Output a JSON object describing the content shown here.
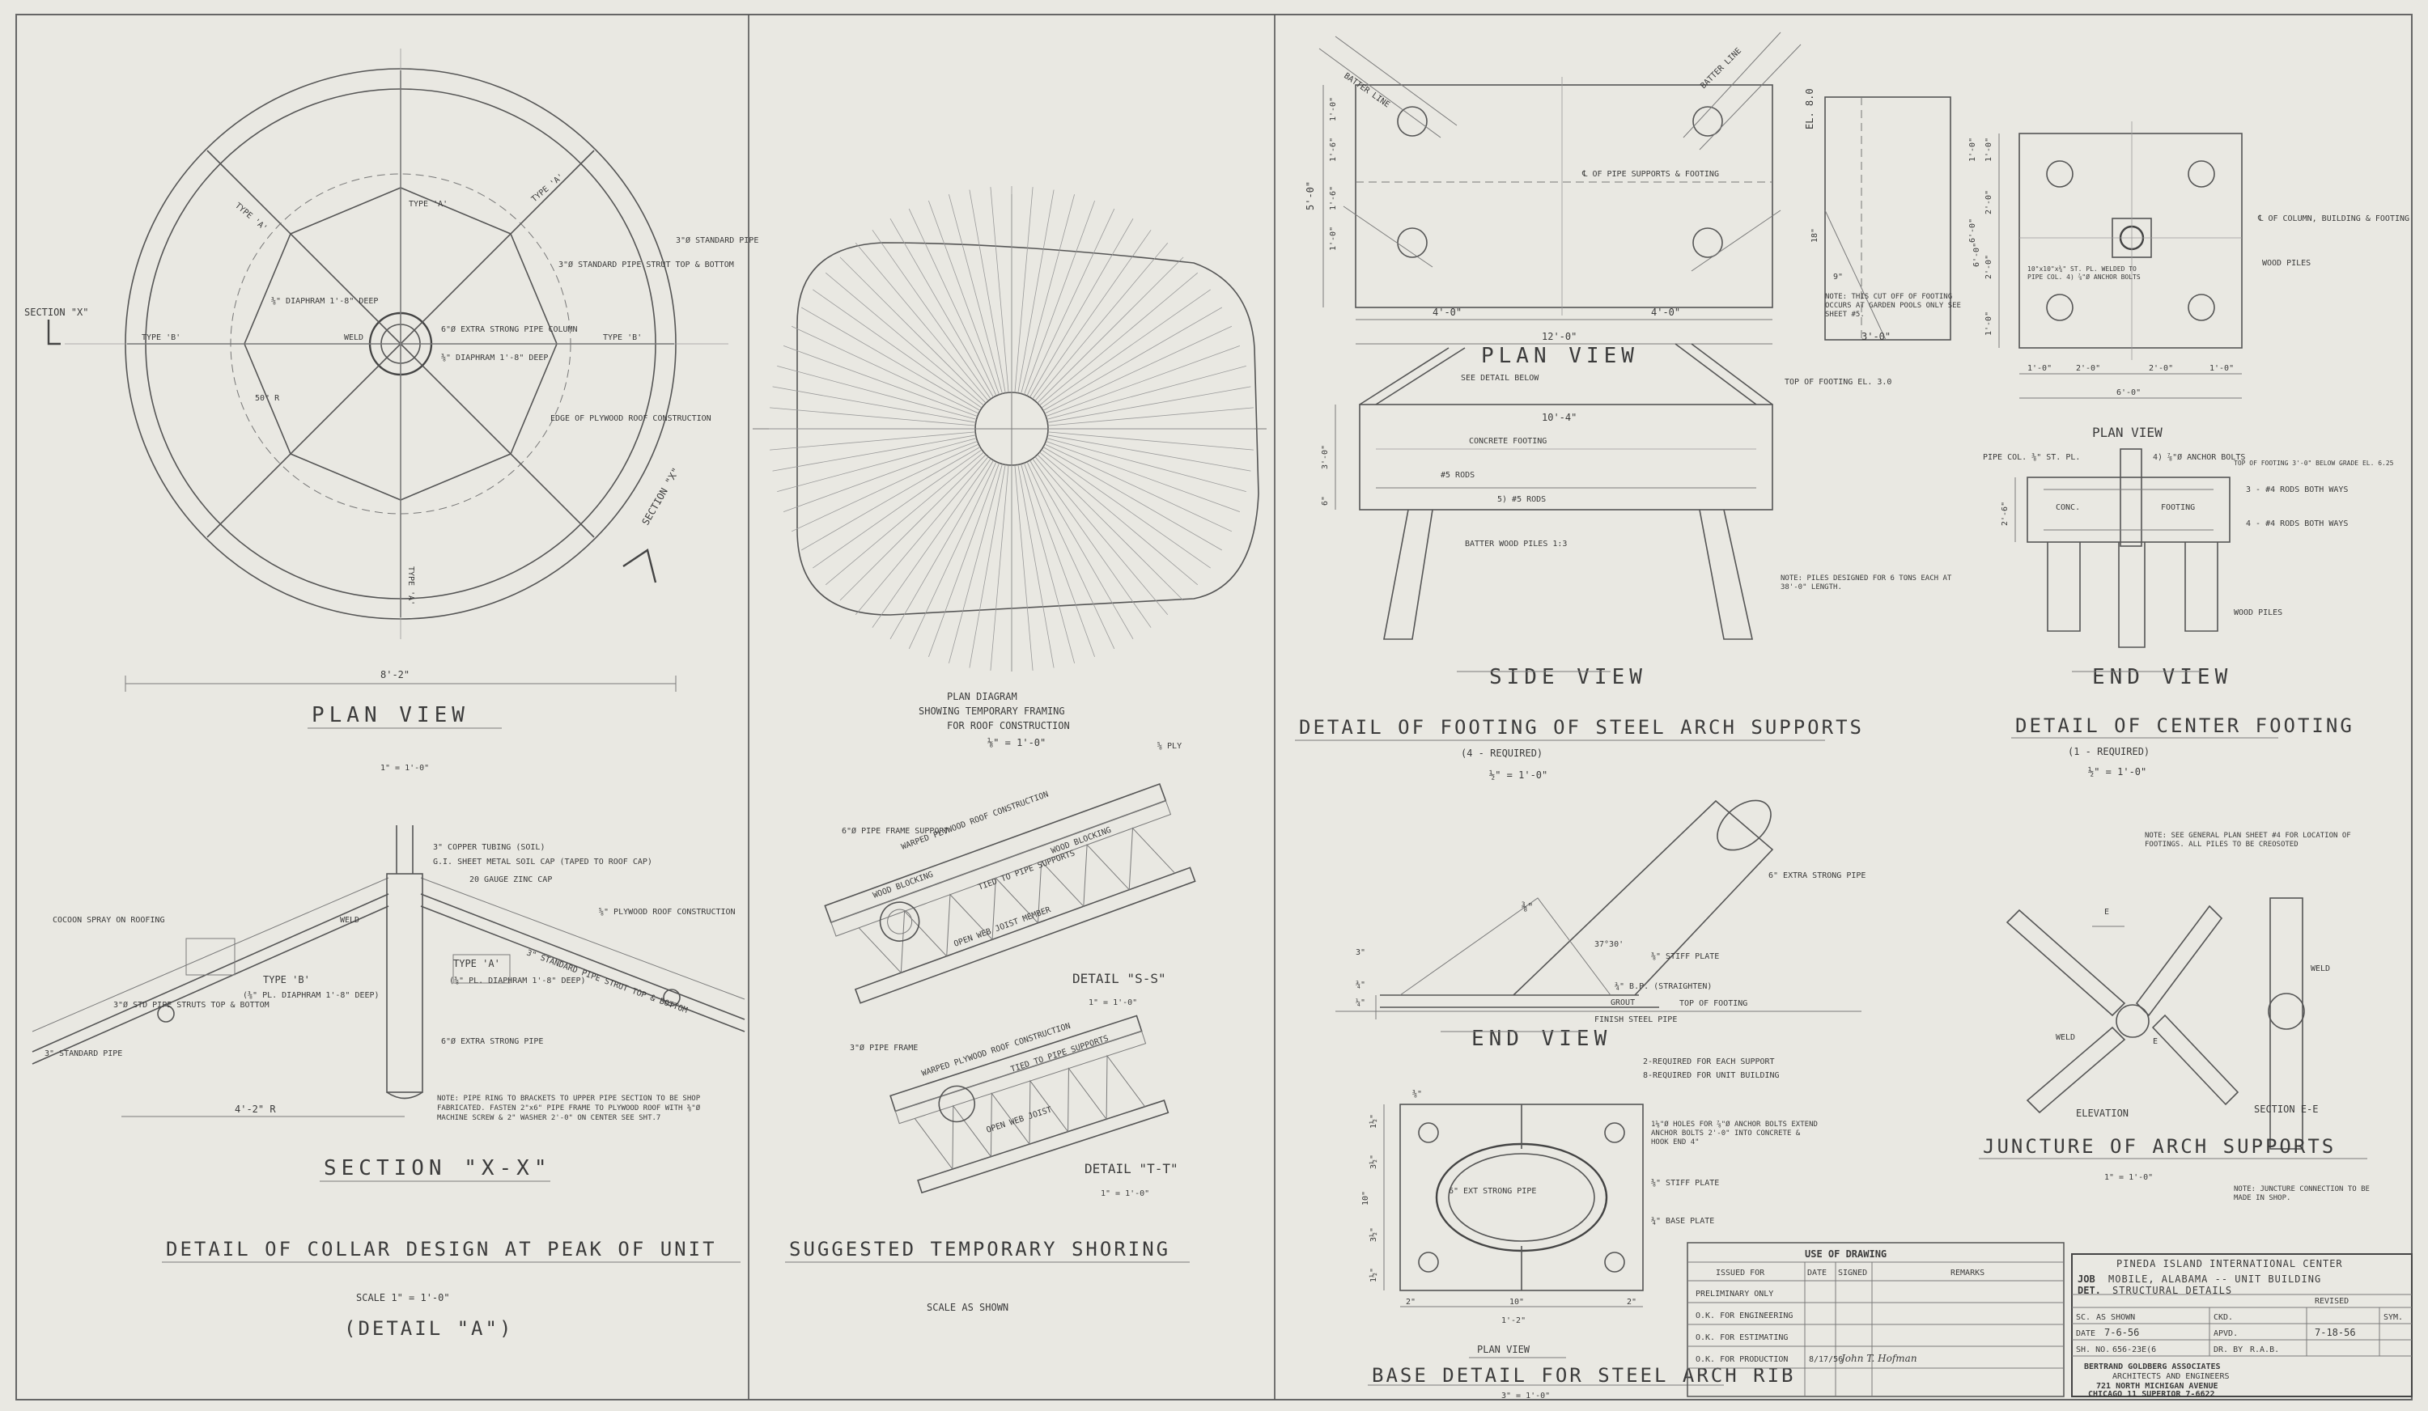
{
  "panel1": {
    "plan_view_title": "PLAN VIEW",
    "plan_view_scale": "1\" = 1'-0\"",
    "plan_dimension": "8'-2\"",
    "section_x_label": "SECTION \"X\"",
    "section_x2_label": "SECTION \"X\"",
    "labels": {
      "type_a_top": "TYPE 'A'",
      "type_b_left": "TYPE 'B'",
      "type_b_right": "TYPE 'B'",
      "type_a_right": "TYPE 'A'",
      "type_a_bottom": "TYPE 'A'",
      "type_a_lower_left": "TYPE 'A'",
      "standard_pipe": "3\"Ø STANDARD PIPE",
      "standard_pipe_strut": "3\"Ø STANDARD PIPE STRUT TOP & BOTTOM",
      "diaphragm_left": "⅜\" DIAPHRAM 1'-8\" DEEP",
      "extra_strong_column": "6\"Ø EXTRA STRONG PIPE COLUMN",
      "diaphragm_right": "⅜\" DIAPHRAM 1'-8\" DEEP",
      "weld": "WELD",
      "radius": "50\" R",
      "edge_plywood": "EDGE OF PLYWOOD ROOF CONSTRUCTION"
    },
    "section_xx_title": "SECTION \"X-X\"",
    "section_labels": {
      "copper_tubing": "3\" COPPER TUBING (SOIL)",
      "sheet_metal_cap": "G.I. SHEET METAL SOIL CAP (TAPED TO ROOF CAP)",
      "zinc_cap": "20 GAUGE ZINC CAP",
      "plywood_roof": "⅝\" PLYWOOD ROOF CONSTRUCTION",
      "cocoon_spray": "COCOON SPRAY ON ROOFING",
      "type_b": "TYPE 'B'",
      "type_b_diaphragm": "(⅜\" PL. DIAPHRAM 1'-8\" DEEP)",
      "type_a": "TYPE 'A'",
      "type_a_diaphragm": "(⅜\" PL. DIAPHRAM 1'-8\" DEEP)",
      "std_pipe_strut": "3\" STANDARD PIPE STRUT TOP & BOTTOM",
      "std_pipe_strut2": "3\"Ø STD PIPE STRUTS TOP & BOTTOM",
      "std_pipe": "3\" STANDARD PIPE",
      "extra_strong": "6\"Ø EXTRA STRONG PIPE",
      "weld": "WELD",
      "radius": "4'-2\" R",
      "note": "NOTE: PIPE RING TO BRACKETS TO UPPER PIPE SECTION TO BE SHOP FABRICATED. FASTEN 2\"x6\" PIPE FRAME TO PLYWOOD ROOF WITH ⅜\"Ø MACHINE SCREW & 2\" WASHER 2'-0\" ON CENTER SEE SHT.7"
    },
    "title": "DETAIL OF COLLAR DESIGN AT PEAK OF UNIT",
    "scale": "SCALE 1\" = 1'-0\"",
    "detail_label": "(DETAIL \"A\")"
  },
  "panel2": {
    "plan_diagram_title": "PLAN DIAGRAM",
    "plan_diagram_sub1": "SHOWING TEMPORARY FRAMING",
    "plan_diagram_sub2": "FOR ROOF CONSTRUCTION",
    "plan_diagram_scale": "⅛\" = 1'-0\"",
    "detail_ss_title": "DETAIL \"S-S\"",
    "detail_ss_scale": "1\" = 1'-0\"",
    "detail_tt_title": "DETAIL \"T-T\"",
    "detail_tt_scale": "1\" = 1'-0\"",
    "labels": {
      "ply": "⅝ PLY",
      "pipe_frame_support": "6\"Ø PIPE FRAME SUPPORT",
      "warped_plywood": "WARPED PLYWOOD ROOF CONSTRUCTION",
      "wood_blocking": "WOOD BLOCKING",
      "wood_blocking2": "WOOD BLOCKING",
      "tied_to_pipe": "TIED TO PIPE SUPPORTS",
      "open_web_joist": "OPEN WEB JOIST MEMBER",
      "pipe_frame": "3\"Ø PIPE FRAME",
      "warped_plywood2": "WARPED PLYWOOD ROOF CONSTRUCTION",
      "tied_to_pipe2": "TIED TO PIPE SUPPORTS",
      "open_web_joist2": "OPEN WEB JOIST"
    },
    "title": "SUGGESTED TEMPORARY SHORING",
    "scale": "SCALE AS SHOWN"
  },
  "panel3": {
    "plan_view_title": "PLAN VIEW",
    "side_view_title": "SIDE VIEW",
    "end_view_title": "END VIEW",
    "footing_title": "DETAIL OF FOOTING OF STEEL ARCH SUPPORTS",
    "footing_required": "(4 - REQUIRED)",
    "footing_scale": "½\" = 1'-0\"",
    "labels": {
      "batter_line_left": "BATTER LINE",
      "batter_line_right": "BATTER LINE",
      "el": "EL. 8.0",
      "center_pipe_supports": "℄ OF PIPE SUPPORTS & FOOTING",
      "dim_4a": "4'-0\"",
      "dim_4b": "4'-0\"",
      "dim_12": "12'-0\"",
      "dim_5": "5'-0\"",
      "dim_3": "3'-0\"",
      "dim_18": "18\"",
      "dim_9": "9\"",
      "dim_1_0": "1'-0\"",
      "dim_1_6a": "1'-6\"",
      "dim_1_6b": "1'-6\"",
      "dim_1_0b": "1'-0\"",
      "dim_6_0": "6'-0\"",
      "dim_1_0c": "1'-0\"",
      "side_dim_3": "3'-0\"",
      "side_dim_6": "6\"",
      "side_dim_104": "10'-4\"",
      "note_cutoff": "NOTE: THIS CUT OFF OF FOOTING OCCURS AT GARDEN POOLS ONLY SEE SHEET #5.",
      "see_detail_below": "SEE DETAIL BELOW",
      "top_of_footing": "TOP OF FOOTING EL. 3.0",
      "concrete_footing": "CONCRETE FOOTING",
      "rods_5a": "#5 RODS",
      "rods_5b": "5) #5 RODS",
      "batter_piles": "BATTER WOOD PILES 1:3",
      "note_piles": "NOTE: PILES DESIGNED FOR 6 TONS EACH AT 38'-0\" LENGTH.",
      "extra_strong_pipe": "6\" EXTRA STRONG PIPE",
      "stiff_plate": "⅜\" STIFF PLATE",
      "angle": "37°30'",
      "bp": "¾\" B.P. (STRAIGHTEN)",
      "grout": "GROUT",
      "top_of_footing2": "TOP OF FOOTING",
      "finish_steel_pipe": "FINISH STEEL PIPE",
      "dim_3in": "3\"",
      "dim_3_4": "¾\"",
      "dim_1_4": "¼\"",
      "dim_3_8": "⅜\"",
      "required_each": "2-REQUIRED FOR EACH SUPPORT",
      "required_unit": "8-REQUIRED FOR UNIT BUILDING"
    },
    "base_plan_title": "PLAN VIEW",
    "base_labels": {
      "dim_3_8": "⅜\"",
      "ext_strong_pipe": "6\" EXT STRONG PIPE",
      "holes": "1⅛\"Ø HOLES FOR ⅞\"Ø ANCHOR BOLTS EXTEND ANCHOR BOLTS 2'-0\" INTO CONCRETE & HOOK END 4\"",
      "stiff_plate": "⅜\" STIFF PLATE",
      "base_plate": "¾\" BASE PLATE",
      "dim_2a": "2\"",
      "dim_10": "10\"",
      "dim_2b": "2\"",
      "dim_1_2": "1'-2\"",
      "dim_1_half": "1½\"",
      "dim_3_half_a": "3½\"",
      "dim_10v": "10\"",
      "dim_3_half_b": "3½\"",
      "dim_1_half_b": "1½\""
    },
    "base_title": "BASE DETAIL FOR STEEL ARCH RIB",
    "base_scale": "3\" = 1'-0\""
  },
  "panel4": {
    "plan_view_title": "PLAN VIEW",
    "end_view_title": "END VIEW",
    "center_footing_title": "DETAIL OF CENTER FOOTING",
    "center_footing_required": "(1 - REQUIRED)",
    "center_footing_scale": "½\" = 1'-0\"",
    "labels": {
      "center_column": "℄ OF COLUMN, BUILDING & FOOTING",
      "wood_piles": "WOOD PILES",
      "plate_note": "10\"x10\"x¾\" ST. PL. WELDED TO PIPE COL. 4) ⅞\"Ø ANCHOR BOLTS",
      "dim_1_0a": "1'-0\"",
      "dim_2_0a": "2'-0\"",
      "dim_2_0b": "2'-0\"",
      "dim_1_0b": "1'-0\"",
      "dim_6_0": "6'-0\"",
      "dim_v1": "1'-0\"",
      "dim_v2": "2'-0\"",
      "dim_v3": "2'-0\"",
      "dim_v4": "1'-0\"",
      "dim_6_0v": "6'-0\"",
      "pipe_col": "PIPE COL. ⅜\" ST. PL.",
      "anchor_bolts": "4) ⅞\"Ø ANCHOR BOLTS",
      "top_of_footing": "TOP OF FOOTING 3'-0\" BELOW GRADE EL. 6.25",
      "rods_top": "3 - #4 RODS BOTH WAYS",
      "rods_bottom": "4 - #4 RODS BOTH WAYS",
      "conc": "CONC.",
      "footing": "FOOTING",
      "dim_2_6": "2'-6\"",
      "wood_piles2": "WOOD PILES",
      "note": "NOTE: SEE GENERAL PLAN SHEET #4 FOR LOCATION OF FOOTINGS. ALL PILES TO BE CREOSOTED",
      "weld": "WELD",
      "weld2": "WELD",
      "e_label": "E",
      "e_label2": "E",
      "elevation": "ELEVATION",
      "section_ee": "SECTION E-E",
      "juncture_note": "NOTE: JUNCTURE CONNECTION TO BE MADE IN SHOP."
    },
    "juncture_title": "JUNCTURE OF ARCH SUPPORTS",
    "juncture_scale": "1\" = 1'-0\""
  },
  "use_table": {
    "title": "USE OF DRAWING",
    "headers": [
      "ISSUED FOR",
      "DATE",
      "SIGNED",
      "REMARKS"
    ],
    "rows": [
      "PRELIMINARY ONLY",
      "O.K. FOR ENGINEERING",
      "O.K. FOR ESTIMATING",
      "O.K. FOR PRODUCTION"
    ],
    "production_date": "8/17/56",
    "signature": "John T. Hofman"
  },
  "title_block": {
    "project": "PINEDA ISLAND INTERNATIONAL CENTER",
    "job_label": "JOB",
    "job": "MOBILE, ALABAMA -- UNIT BUILDING",
    "det_label": "DET.",
    "det": "STRUCTURAL DETAILS",
    "sc_label": "SC.",
    "sc": "AS SHOWN",
    "ckd_label": "CKD.",
    "revised_label": "REVISED",
    "sym_label": "SYM.",
    "date_label": "DATE",
    "date": "7-6-56",
    "apvd_label": "APVD.",
    "revised_date": "7-18-56",
    "sh_label": "SH. NO.",
    "sh_no": "656-23E(6",
    "dr_label": "DR. BY",
    "dr_by": "R.A.B.",
    "firm": "BERTRAND GOLDBERG ASSOCIATES",
    "firm_sub": "ARCHITECTS AND ENGINEERS",
    "address": "721 NORTH MICHIGAN AVENUE",
    "city": "CHICAGO 11  SUPERIOR 7-6622"
  }
}
